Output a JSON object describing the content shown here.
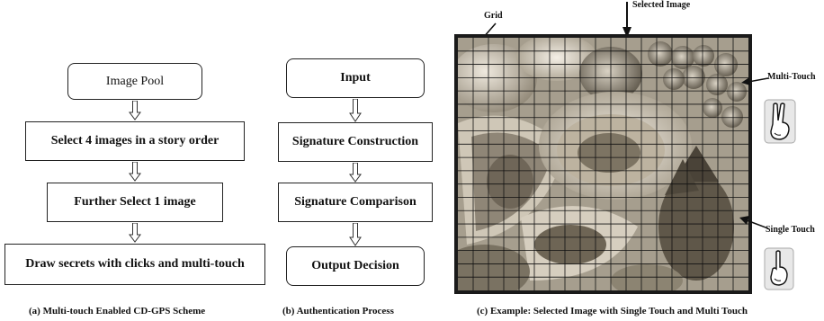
{
  "panel_a": {
    "steps": [
      "Image Pool",
      "Select 4 images in a story order",
      "Further Select 1 image",
      "Draw secrets with clicks and multi-touch"
    ],
    "caption": "(a) Multi-touch Enabled CD-GPS Scheme"
  },
  "panel_b": {
    "steps": [
      "Input",
      "Signature Construction",
      "Signature Comparison",
      "Output Decision"
    ],
    "caption": "(b) Authentication Process"
  },
  "panel_c": {
    "labels": {
      "grid": "Grid",
      "selected_image": "Selected Image",
      "multi_touch": "Multi-Touch",
      "single_touch": "Single Touch"
    },
    "caption": "(c) Example: Selected Image with Single Touch and Multi Touch"
  },
  "icons": [
    "hollow-down-arrow-icon",
    "two-finger-hand-icon",
    "one-finger-hand-icon"
  ]
}
